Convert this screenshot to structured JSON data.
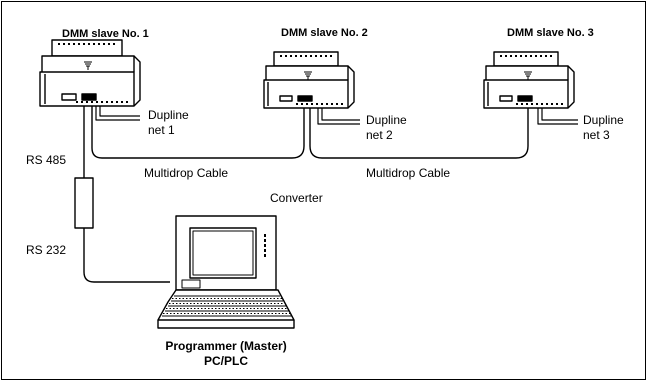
{
  "slaves": [
    {
      "title": "DMM slave No. 1",
      "net_line1": "Dupline",
      "net_line2": "net 1"
    },
    {
      "title": "DMM slave No. 2",
      "net_line1": "Dupline",
      "net_line2": "net 2"
    },
    {
      "title": "DMM slave No. 3",
      "net_line1": "Dupline",
      "net_line2": "net 3"
    }
  ],
  "cables": {
    "left": "Multidrop Cable",
    "right": "Multidrop Cable"
  },
  "converter_label": "Converter",
  "rs485_label": "RS 485",
  "rs232_label": "RS 232",
  "master": {
    "line1": "Programmer (Master)",
    "line2": "PC/PLC"
  }
}
